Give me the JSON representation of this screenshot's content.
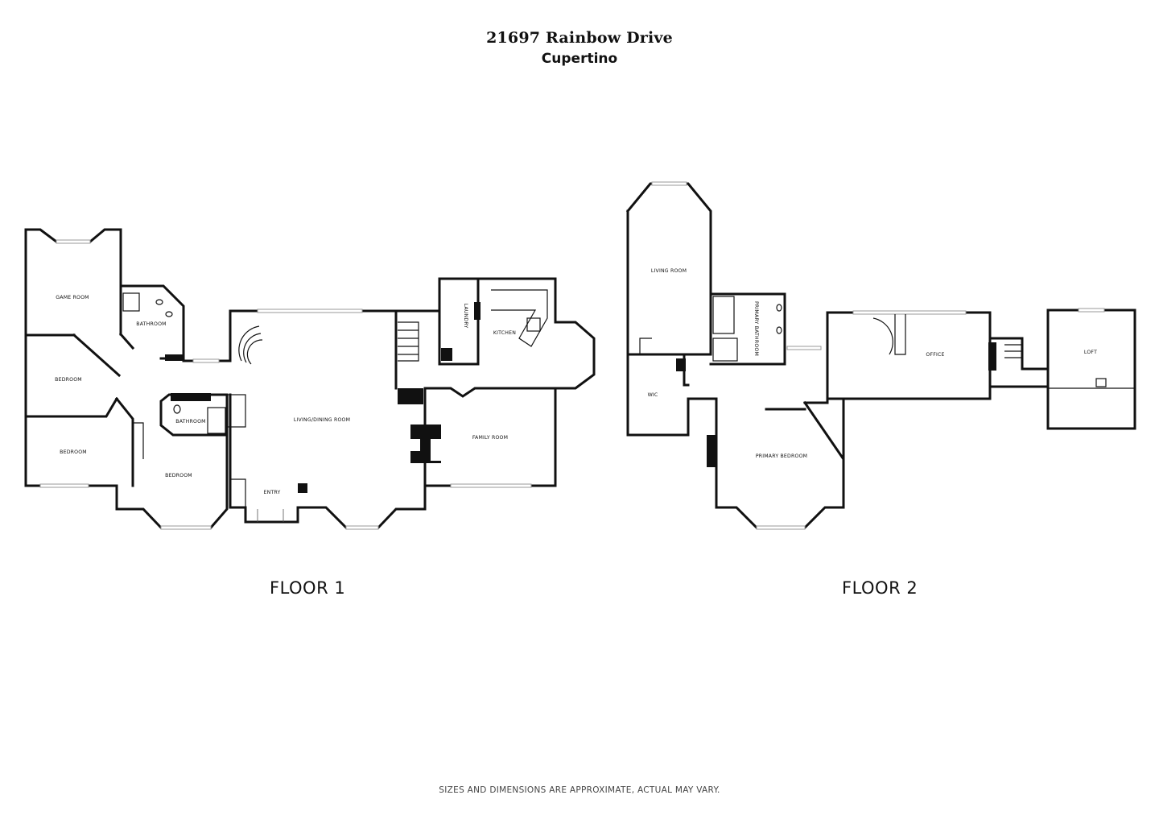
{
  "header": {
    "address": "21697 Rainbow Drive",
    "city": "Cupertino"
  },
  "floors": [
    {
      "label": "FLOOR 1",
      "rooms": {
        "game_room": "GAME ROOM",
        "bathroom_1": "BATHROOM",
        "bedroom_1": "BEDROOM",
        "bedroom_2": "BEDROOM",
        "bathroom_2": "BATHROOM",
        "bedroom_3": "BEDROOM",
        "living_dining": "LIVING/DINING ROOM",
        "entry": "ENTRY",
        "laundry": "LAUNDRY",
        "kitchen": "KITCHEN",
        "family_room": "FAMILY ROOM"
      }
    },
    {
      "label": "FLOOR 2",
      "rooms": {
        "living_room": "LIVING ROOM",
        "primary_bathroom": "PRIMARY BATHROOM",
        "wic": "WIC",
        "primary_bedroom": "PRIMARY BEDROOM",
        "office": "OFFICE",
        "loft": "LOFT"
      }
    }
  ],
  "footer": {
    "disclaimer": "SIZES AND DIMENSIONS ARE APPROXIMATE, ACTUAL MAY VARY."
  }
}
